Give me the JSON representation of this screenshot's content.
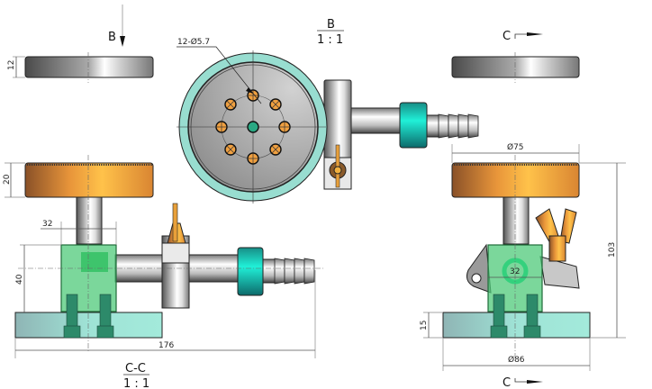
{
  "drawing": {
    "title": "Valve assembly technical drawing",
    "views": {
      "section_cc": {
        "name": "C-C",
        "scale": "1 : 1"
      },
      "detail_b": {
        "name": "B",
        "scale": "1 : 1"
      }
    },
    "view_markers": {
      "b_arrow": "B",
      "c_top": "C",
      "c_bottom": "C"
    },
    "dimensions": {
      "top_left_disc_thickness": "12",
      "knob_height": "20",
      "stem_width_left": "32",
      "body_height": "40",
      "overall_length": "176",
      "hole_pattern": "12-Ø5.7",
      "knob_diameter": "Ø75",
      "overall_height": "103",
      "body_width_right": "32",
      "base_thickness": "15",
      "base_diameter": "Ø86"
    },
    "colors": {
      "knob": "#e8953a",
      "body": "#4fc97a",
      "base": "#9fe3d6",
      "ring": "#98ddd0",
      "fitting": "#1fb5a5",
      "steel": "#b8b8b8",
      "hole": "#f0a040"
    }
  }
}
